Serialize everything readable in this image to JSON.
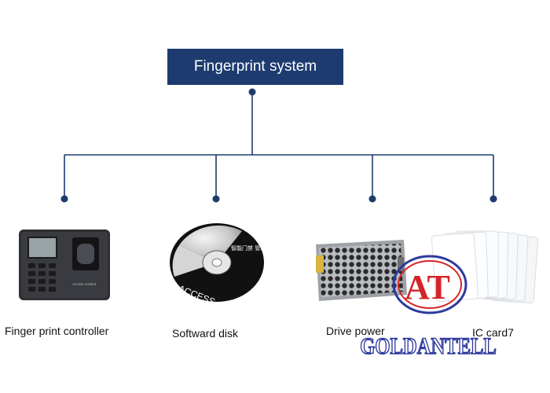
{
  "root": {
    "label": "Fingerprint system"
  },
  "items": [
    {
      "label": "Finger print controller"
    },
    {
      "label": "Softward disk"
    },
    {
      "label": "Drive power"
    },
    {
      "label": "IC card7"
    }
  ],
  "device_text": {
    "controller_brand": "Access Control",
    "disk_brand": "ACCESS",
    "disk_cn": "智能门禁 管理系统"
  },
  "watermark": {
    "logo_letters": "AT",
    "brand": "GOLDANTELL"
  },
  "colors": {
    "title_bg": "#1d3b6e",
    "connector": "#1d3b6e",
    "watermark_blue": "#2d3a9e",
    "watermark_red": "#d4242a"
  }
}
